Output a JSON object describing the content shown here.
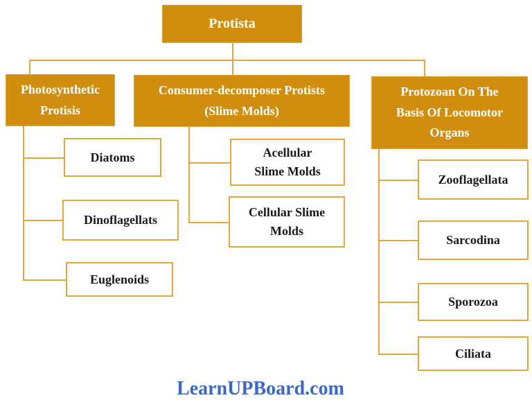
{
  "colors": {
    "node_fill": "#D18E0E",
    "node_border": "#E2A33C",
    "child_border": "#E3A63A",
    "connector": "#E2A43E",
    "node_text": "#FFFFFF",
    "child_text": "#1A1A1A",
    "watermark_text": "#3A67CB"
  },
  "diagram": {
    "title": "Protista classification flowchart",
    "root": {
      "label": "Protista",
      "lines": [
        "Protista"
      ]
    },
    "branches": [
      {
        "label": "Photosynthetic Protisis",
        "lines": [
          "Photosynthetic",
          "Protisis"
        ],
        "children": [
          {
            "label": "Diatoms",
            "lines": [
              "Diatoms"
            ]
          },
          {
            "label": "Dinoflagellats",
            "lines": [
              "Dinoflagellats"
            ]
          },
          {
            "label": "Euglenoids",
            "lines": [
              "Euglenoids"
            ]
          }
        ]
      },
      {
        "label": "Consumer-decomposer Protists (Slime Molds)",
        "lines": [
          "Consumer-decomposer Protists",
          "(Slime Molds)"
        ],
        "children": [
          {
            "label": "Acellular Slime Molds",
            "lines": [
              "Acellular",
              "Slime Molds"
            ]
          },
          {
            "label": "Cellular Slime Molds",
            "lines": [
              "Cellular Slime",
              "Molds"
            ]
          }
        ]
      },
      {
        "label": "Protozoan On The Basis Of Locomotor Organs",
        "lines": [
          "Protozoan On The",
          "Basis Of  Locomotor",
          "Organs"
        ],
        "children": [
          {
            "label": "Zooflagellata",
            "lines": [
              "Zooflagellata"
            ]
          },
          {
            "label": "Sarcodina",
            "lines": [
              "Sarcodina"
            ]
          },
          {
            "label": "Sporozoa",
            "lines": [
              "Sporozoa"
            ]
          },
          {
            "label": "Ciliata",
            "lines": [
              "Ciliata"
            ]
          }
        ]
      }
    ]
  },
  "footer": {
    "watermark": "LearnUPBoard.com"
  }
}
